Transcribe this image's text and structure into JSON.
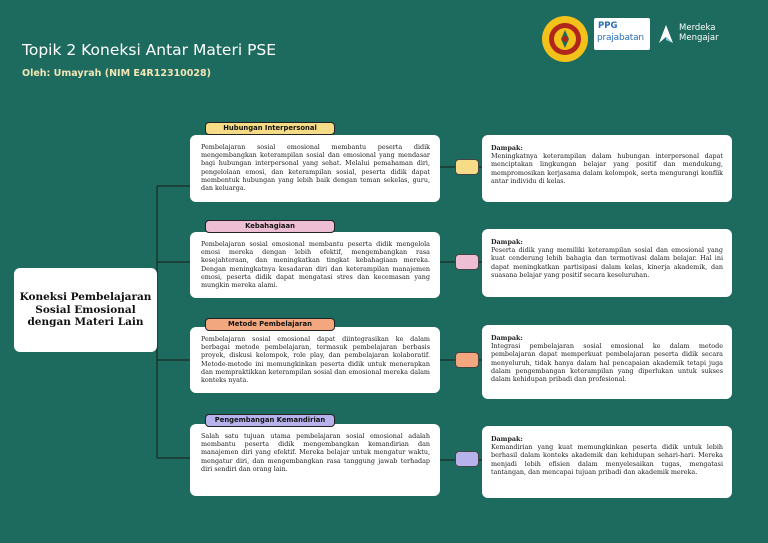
{
  "header": {
    "title": "Topik 2 Koneksi Antar Materi PSE",
    "subtitle": "Oleh: Umayrah (NIM E4R12310028)"
  },
  "logos": {
    "ppg_top": "PPG",
    "ppg_bottom": "prajabatan",
    "merdeka_line1": "Merdeka",
    "merdeka_line2": "Mengajar"
  },
  "root": {
    "label": "Koneksi Pembelajaran Sosial Emosional dengan Materi Lain"
  },
  "colors": {
    "background": "#1d6a5e",
    "title_text": "#ffffff",
    "subtitle_text": "#f1e6b6",
    "connector": "#1a1a1a"
  },
  "topics": [
    {
      "tag": "Hubungan Interpersonal",
      "color": "#f6dc86",
      "description": "Pembelajaran sosial emosional membantu peserta didik mengembangkan keterampilan sosial dan emosional yang mendasar bagi hubungan interpersonal yang sehat. Melalui pemahaman diri, pengelolaan emosi, dan keterampilan sosial, peserta didik dapat membentuk hubungan yang lebih baik dengan teman sekelas, guru, dan keluarga.",
      "dampak_label": "Dampak:",
      "dampak_text": "Meningkatnya keterampilan dalam hubungan interpersonal dapat menciptakan lingkungan belajar yang positif dan mendukung, mempromosikan kerjasama dalam kelompok, serta mengurangi konflik antar individu di kelas."
    },
    {
      "tag": "Kebahagiaan",
      "color": "#eebed4",
      "description": "Pembelajaran sosial emosional membantu peserta didik mengelola emosi mereka dengan lebih efektif, mengembangkan rasa kesejahteraan, dan meningkatkan tingkat kebahagiaan mereka. Dengan meningkatnya kesadaran diri dan keterampilan manajemen emosi, peserta didik dapat mengatasi stres dan kecemasan yang mungkin mereka alami.",
      "dampak_label": "Dampak:",
      "dampak_text": "Peserta didik yang memiliki keterampilan sosial dan emosional yang kuat cenderung lebih bahagia dan termotivasi dalam belajar. Hal ini dapat meningkatkan partisipasi dalam kelas, kinerja akademik, dan suasana belajar yang positif secara keseluruhan."
    },
    {
      "tag": "Metode Pembelajaran",
      "color": "#f3a77e",
      "description": "Pembelajaran sosial emosional dapat diintegrasikan ke dalam berbagai metode pembelajaran, termasuk pembelajaran berbasis proyek, diskusi kelompok, role play, dan pembelajaran kolaboratif. Metode-metode ini memungkinkan peserta didik untuk menerapkan dan mempraktikkan keterampilan sosial dan emosional mereka dalam konteks nyata.",
      "dampak_label": "Dampak:",
      "dampak_text": "Integrasi pembelajaran sosial emosional ke dalam metode pembelajaran dapat memperkuat pembelajaran peserta didik secara menyeluruh, tidak hanya dalam hal pencapaian akademik tetapi juga dalam pengembangan keterampilan yang diperlukan untuk sukses dalam kehidupan pribadi dan profesional."
    },
    {
      "tag": "Pengembangan Kemandirian",
      "color": "#b7b2ec",
      "description": "Salah satu tujuan utama pembelajaran sosial emosional adalah membantu peserta didik mengembangkan kemandirian dan manajemen diri yang efektif. Mereka belajar untuk mengatur waktu, mengatur diri, dan mengembangkan rasa tanggung jawab terhadap diri sendiri dan orang lain.",
      "dampak_label": "Dampak:",
      "dampak_text": "Kemandirian yang kuat memungkinkan peserta didik untuk lebih berhasil dalam konteks akademik dan kehidupan sehari-hari. Mereka menjadi lebih efisien dalam menyelesaikan tugas, mengatasi tantangan, dan mencapai tujuan pribadi dan akademik mereka."
    }
  ]
}
